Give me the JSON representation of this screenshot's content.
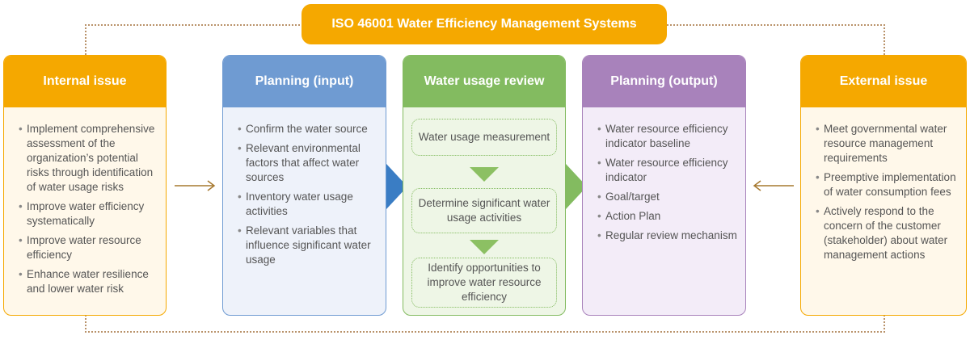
{
  "title": "ISO 46001 Water Efficiency Management Systems",
  "internal": {
    "heading": "Internal issue",
    "items": [
      "Implement comprehensive assessment of the organization’s potential risks through identification of water usage risks",
      "Improve water efficiency systematically",
      "Improve water resource efficiency",
      "Enhance water resilience and lower water risk"
    ]
  },
  "planning_input": {
    "heading": "Planning (input)",
    "items": [
      "Confirm the water source",
      "Relevant environmental factors that affect water sources",
      "Inventory water usage activities",
      "Relevant variables that influence significant water usage"
    ]
  },
  "review": {
    "heading": "Water usage review",
    "steps": [
      "Water usage measurement",
      "Determine significant water usage activities",
      "Identify opportunities to improve water resource efficiency"
    ]
  },
  "planning_output": {
    "heading": "Planning (output)",
    "items": [
      "Water resource efficiency indicator baseline",
      "Water resource efficiency indicator",
      "Goal/target",
      "Action Plan",
      "Regular review mechanism"
    ]
  },
  "external": {
    "heading": "External issue",
    "items": [
      "Meet governmental water resource management requirements",
      "Preemptive implementation of water consumption fees",
      "Actively respond to the concern of the customer (stakeholder) about water management actions"
    ]
  },
  "colors": {
    "orange": "#f5a800",
    "blue": "#6f9bd2",
    "green": "#83bb60",
    "purple": "#a882bb",
    "arrow": "#a6782f"
  }
}
